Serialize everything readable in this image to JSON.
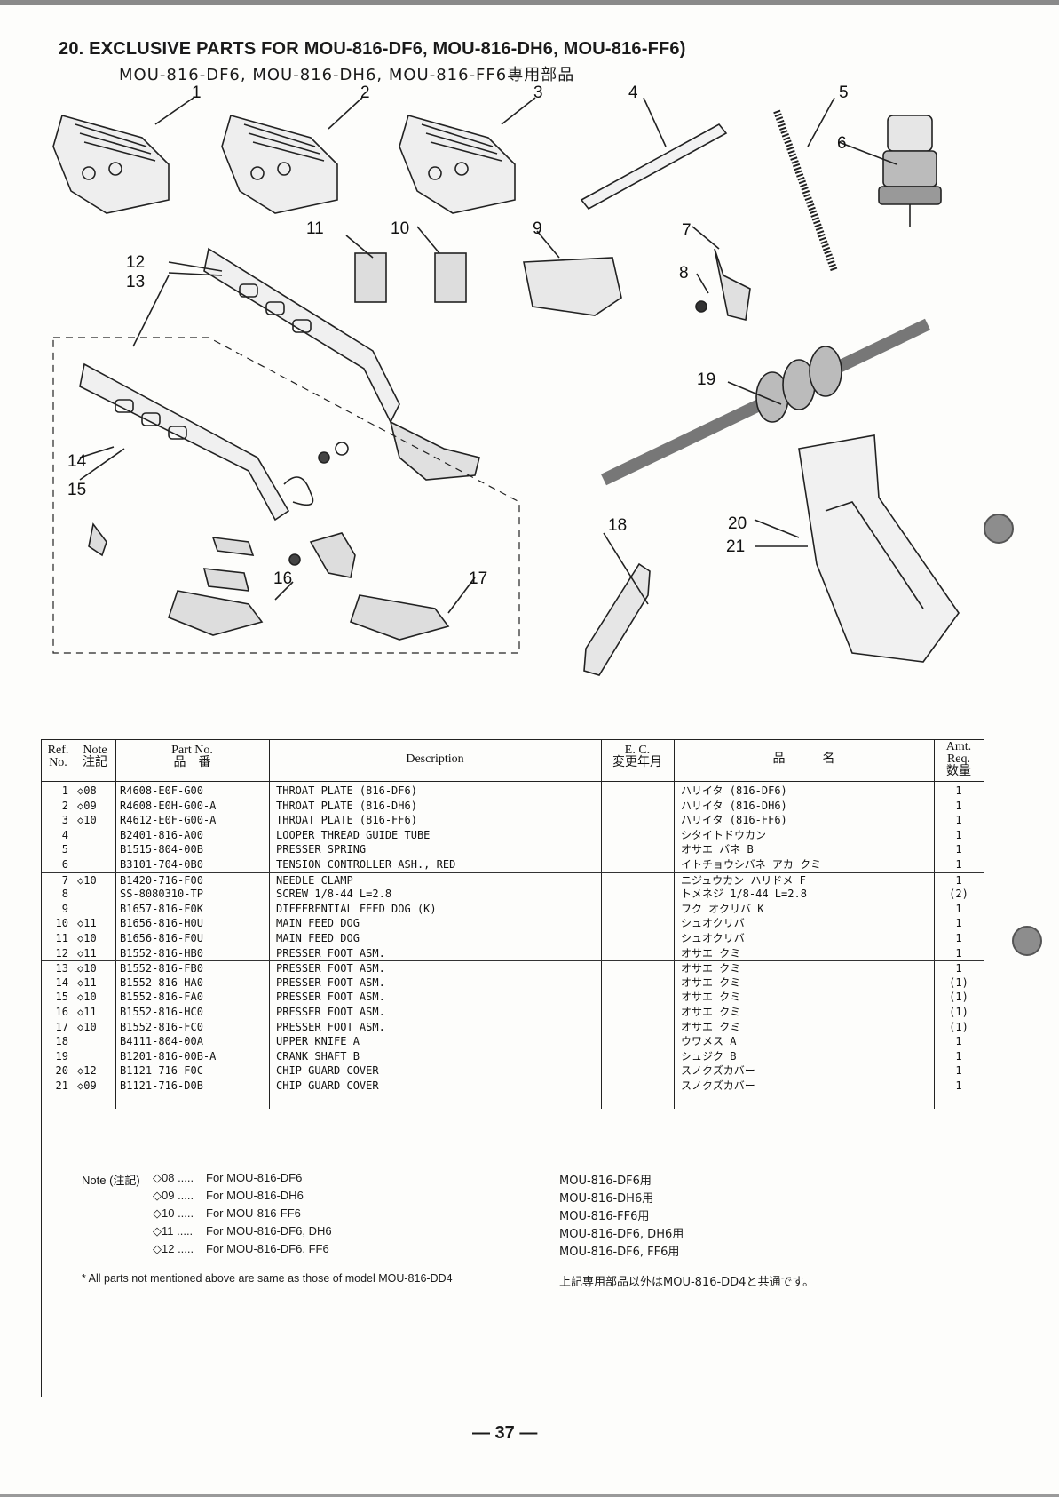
{
  "header": {
    "title_en": "20.  EXCLUSIVE PARTS FOR MOU-816-DF6, MOU-816-DH6, MOU-816-FF6)",
    "title_jp": "MOU-816-DF6,  MOU-816-DH6,  MOU-816-FF6専用部品"
  },
  "figure": {
    "callouts": [
      "1",
      "2",
      "3",
      "4",
      "5",
      "6",
      "7",
      "8",
      "9",
      "10",
      "11",
      "12",
      "13",
      "14",
      "15",
      "16",
      "17",
      "18",
      "19",
      "20",
      "21"
    ]
  },
  "table": {
    "headers": {
      "ref": "Ref.",
      "ref2": "No.",
      "note": "Note",
      "note_jp": "注記",
      "part": "Part No.",
      "part_jp": "品　番",
      "description": "Description",
      "ec": "E. C.",
      "ec_jp": "変更年月",
      "name_jp": "品　　　名",
      "amt": "Amt.",
      "amt2": "Req.",
      "amt_jp": "数量"
    },
    "rows": [
      {
        "ref": "1",
        "note": "◇08",
        "part": "R4608-E0F-G00",
        "desc": "THROAT PLATE (816-DF6)",
        "jp": "ハリイタ (816-DF6)",
        "amt": "1"
      },
      {
        "ref": "2",
        "note": "◇09",
        "part": "R4608-E0H-G00-A",
        "desc": "THROAT PLATE (816-DH6)",
        "jp": "ハリイタ (816-DH6)",
        "amt": "1"
      },
      {
        "ref": "3",
        "note": "◇10",
        "part": "R4612-E0F-G00-A",
        "desc": "THROAT PLATE (816-FF6)",
        "jp": "ハリイタ (816-FF6)",
        "amt": "1"
      },
      {
        "ref": "4",
        "note": "",
        "part": "B2401-816-A00",
        "desc": "LOOPER THREAD GUIDE TUBE",
        "jp": "シタイトドウカン",
        "amt": "1"
      },
      {
        "ref": "5",
        "note": "",
        "part": "B1515-804-00B",
        "desc": "PRESSER SPRING",
        "jp": "オサエ バネ B",
        "amt": "1"
      },
      {
        "ref": "6",
        "note": "",
        "part": "B3101-704-0B0",
        "desc": "TENSION CONTROLLER ASH., RED",
        "jp": "イトチョウシバネ アカ クミ",
        "amt": "1"
      },
      {
        "ref": "7",
        "note": "◇10",
        "part": "B1420-716-F00",
        "desc": "NEEDLE CLAMP",
        "jp": "ニジュウカン ハリドメ F",
        "amt": "1"
      },
      {
        "ref": "8",
        "note": "",
        "part": "SS-8080310-TP",
        "desc": "SCREW 1/8-44 L=2.8",
        "jp": "トメネジ 1/8-44 L=2.8",
        "amt": "(2)"
      },
      {
        "ref": "9",
        "note": "",
        "part": "B1657-816-F0K",
        "desc": "DIFFERENTIAL FEED DOG (K)",
        "jp": "フク オクリバ K",
        "amt": "1"
      },
      {
        "ref": "10",
        "note": "◇11",
        "part": "B1656-816-H0U",
        "desc": "MAIN FEED DOG",
        "jp": "シュオクリバ",
        "amt": "1"
      },
      {
        "ref": "11",
        "note": "◇10",
        "part": "B1656-816-F0U",
        "desc": "MAIN FEED DOG",
        "jp": "シュオクリバ",
        "amt": "1"
      },
      {
        "ref": "12",
        "note": "◇11",
        "part": "B1552-816-HB0",
        "desc": "PRESSER FOOT ASM.",
        "jp": "オサエ クミ",
        "amt": "1"
      },
      {
        "ref": "13",
        "note": "◇10",
        "part": "B1552-816-FB0",
        "desc": "PRESSER FOOT ASM.",
        "jp": "オサエ クミ",
        "amt": "1"
      },
      {
        "ref": "14",
        "note": "◇11",
        "part": "B1552-816-HA0",
        "desc": "PRESSER FOOT ASM.",
        "jp": "オサエ クミ",
        "amt": "(1)"
      },
      {
        "ref": "15",
        "note": "◇10",
        "part": "B1552-816-FA0",
        "desc": "PRESSER FOOT ASM.",
        "jp": "オサエ クミ",
        "amt": "(1)"
      },
      {
        "ref": "16",
        "note": "◇11",
        "part": "B1552-816-HC0",
        "desc": "PRESSER FOOT ASM.",
        "jp": "オサエ クミ",
        "amt": "(1)"
      },
      {
        "ref": "17",
        "note": "◇10",
        "part": "B1552-816-FC0",
        "desc": "PRESSER FOOT ASM.",
        "jp": "オサエ クミ",
        "amt": "(1)"
      },
      {
        "ref": "18",
        "note": "",
        "part": "B4111-804-00A",
        "desc": "UPPER KNIFE A",
        "jp": "ウワメス A",
        "amt": "1"
      },
      {
        "ref": "19",
        "note": "",
        "part": "B1201-816-00B-A",
        "desc": "CRANK SHAFT B",
        "jp": "シュジク B",
        "amt": "1"
      },
      {
        "ref": "20",
        "note": "◇12",
        "part": "B1121-716-F0C",
        "desc": "CHIP GUARD COVER",
        "jp": "スノクズカバー",
        "amt": "1"
      },
      {
        "ref": "21",
        "note": "◇09",
        "part": "B1121-716-D0B",
        "desc": "CHIP GUARD COVER",
        "jp": "スノクズカバー",
        "amt": "1"
      }
    ]
  },
  "notes": {
    "prefix": "Note (注記)",
    "items": [
      {
        "code": "◇08 .....",
        "text": "For MOU-816-DF6",
        "jp": "MOU-816-DF6用"
      },
      {
        "code": "◇09 .....",
        "text": "For MOU-816-DH6",
        "jp": "MOU-816-DH6用"
      },
      {
        "code": "◇10 .....",
        "text": "For MOU-816-FF6",
        "jp": "MOU-816-FF6用"
      },
      {
        "code": "◇11 .....",
        "text": "For MOU-816-DF6, DH6",
        "jp": "MOU-816-DF6, DH6用"
      },
      {
        "code": "◇12 .....",
        "text": "For MOU-816-DF6, FF6",
        "jp": "MOU-816-DF6, FF6用"
      }
    ],
    "all_parts": "* All parts not mentioned above are same as those of model MOU-816-DD4",
    "all_parts_jp": "上記専用部品以外はMOU-816-DD4と共通です。"
  },
  "footer": {
    "page": "— 37 —"
  }
}
